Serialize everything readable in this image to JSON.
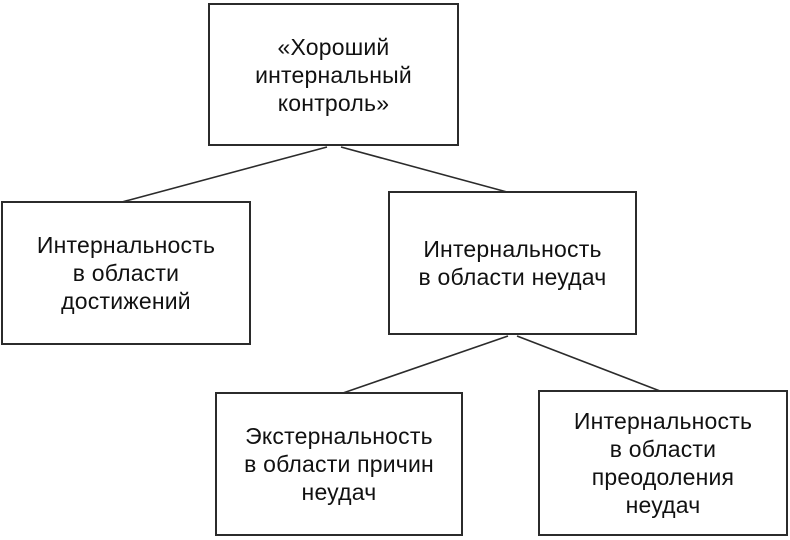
{
  "diagram": {
    "background_color": "#ffffff",
    "box_border_color": "#2b2b2b",
    "connector_color": "#2b2b2b",
    "text_color": "#111111",
    "nodes": {
      "root": {
        "label": "«Хороший\nинтернальный\nконтроль»"
      },
      "achievements": {
        "label": "Интернальность\nв области\nдостижений"
      },
      "failures": {
        "label": "Интернальность\nв области неудач"
      },
      "failure_causes": {
        "label": "Экстернальность\nв области причин\nнеудач"
      },
      "failure_overcoming": {
        "label": "Интернальность\nв области\nпреодоления\nнеудач"
      }
    },
    "edges": [
      {
        "from": "root",
        "to": "achievements"
      },
      {
        "from": "root",
        "to": "failures"
      },
      {
        "from": "failures",
        "to": "failure_causes"
      },
      {
        "from": "failures",
        "to": "failure_overcoming"
      }
    ]
  }
}
